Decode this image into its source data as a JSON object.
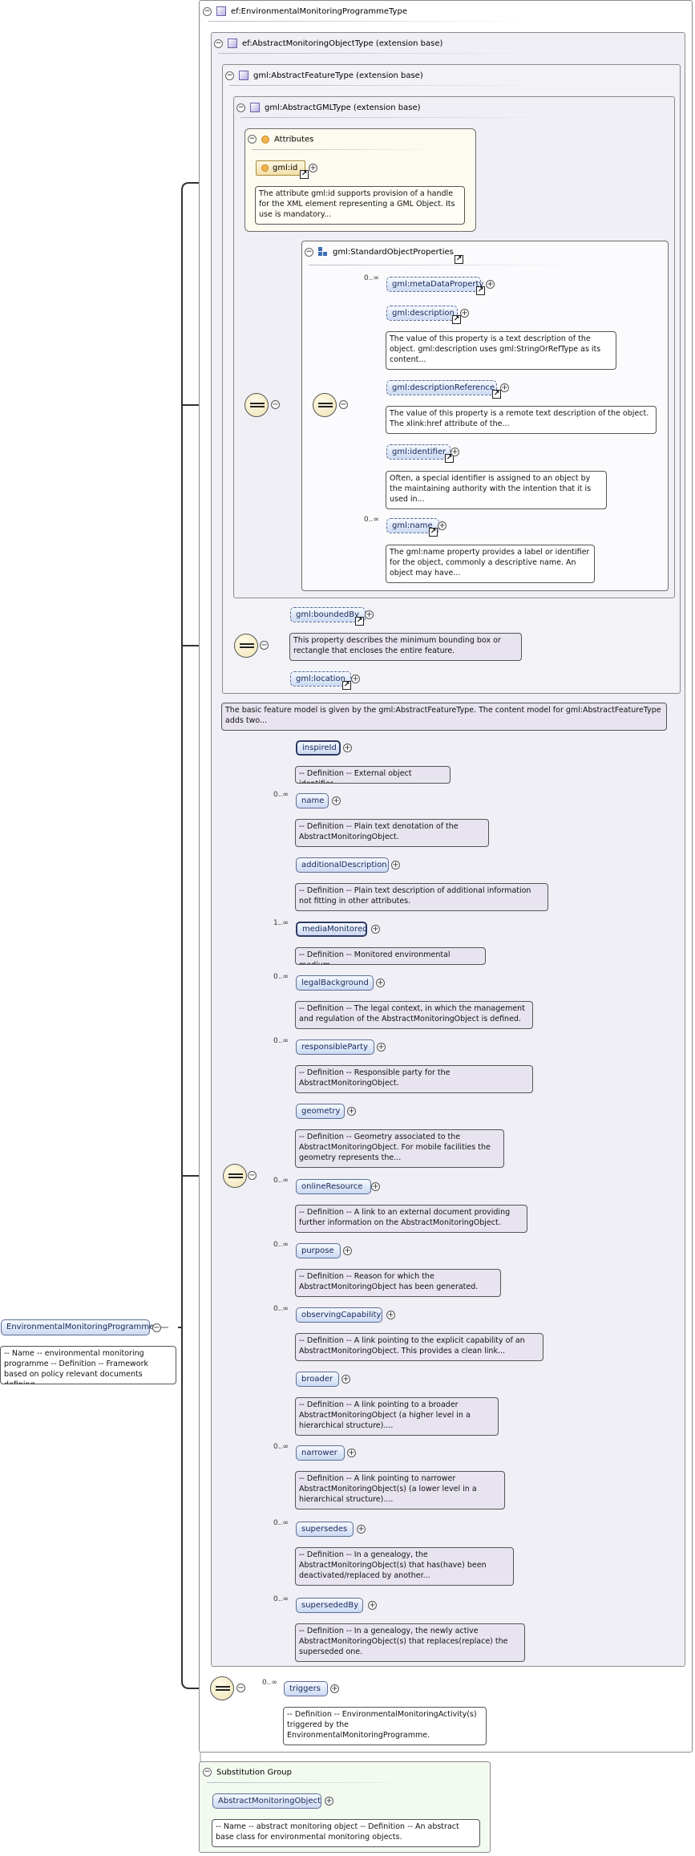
{
  "panels": {
    "main_title": "ef:EnvironmentalMonitoringProgrammeType",
    "abstract_monitoring_title": "ef:AbstractMonitoringObjectType (extension base)",
    "abstract_feature_title": "gml:AbstractFeatureType (extension base)",
    "abstract_gml_title": "gml:AbstractGMLType (extension base)",
    "attributes_title": "Attributes",
    "std_props_title": "gml:StandardObjectProperties",
    "substitution_title": "Substitution Group"
  },
  "root": {
    "label": "EnvironmentalMonitoringProgramme",
    "doc": "-- Name -- environmental monitoring programme -- Definition -- Framework based on policy relevant documents defining..."
  },
  "attributes": {
    "gml_id": "gml:id",
    "gml_id_doc": "The attribute gml:id supports provision of a handle for the XML element representing a GML Object. Its use is mandatory..."
  },
  "std_props": [
    {
      "label": "gml:metaDataProperty",
      "mult": "0..∞",
      "doc": ""
    },
    {
      "label": "gml:description",
      "mult": "",
      "doc": "The value of this property is a text description of the object. gml:description uses gml:StringOrRefType as its content..."
    },
    {
      "label": "gml:descriptionReference",
      "mult": "",
      "doc": "The value of this property is a remote text description of the object. The xlink:href attribute of the..."
    },
    {
      "label": "gml:identifier",
      "mult": "",
      "doc": "Often, a special identifier is assigned to an object by the maintaining authority with the intention that it is used in..."
    },
    {
      "label": "gml:name",
      "mult": "0..∞",
      "doc": "The gml:name property provides a label or identifier for the object, commonly a descriptive name. An object may have..."
    }
  ],
  "feature_props": [
    {
      "label": "gml:boundedBy",
      "doc": "This property describes the minimum bounding box or rectangle that encloses the entire feature."
    },
    {
      "label": "gml:location",
      "doc": ""
    }
  ],
  "feature_doc": "The basic feature model is given by the gml:AbstractFeatureType. The content model for gml:AbstractFeatureType adds two...",
  "monitoring_props": [
    {
      "label": "inspireId",
      "mult": "",
      "doc": "-- Definition -- External object identifier."
    },
    {
      "label": "name",
      "mult": "0..∞",
      "doc": "-- Definition -- Plain text denotation of the AbstractMonitoringObject."
    },
    {
      "label": "additionalDescription",
      "mult": "",
      "doc": "-- Definition -- Plain text description of additional information not fitting in other attributes."
    },
    {
      "label": "mediaMonitored",
      "mult": "1..∞",
      "doc": "-- Definition -- Monitored environmental medium."
    },
    {
      "label": "legalBackground",
      "mult": "0..∞",
      "doc": "-- Definition -- The legal context, in which the management and regulation of the AbstractMonitoringObject is defined."
    },
    {
      "label": "responsibleParty",
      "mult": "0..∞",
      "doc": "-- Definition -- Responsible party for the AbstractMonitoringObject."
    },
    {
      "label": "geometry",
      "mult": "",
      "doc": "-- Definition -- Geometry associated to the AbstractMonitoringObject. For mobile facilities the geometry represents the..."
    },
    {
      "label": "onlineResource",
      "mult": "0..∞",
      "doc": "-- Definition -- A link to an external document providing further information on the AbstractMonitoringObject."
    },
    {
      "label": "purpose",
      "mult": "0..∞",
      "doc": "-- Definition -- Reason for which the AbstractMonitoringObject has been generated."
    },
    {
      "label": "observingCapability",
      "mult": "0..∞",
      "doc": "-- Definition -- A link pointing to the explicit capability of an AbstractMonitoringObject. This provides a clean link..."
    },
    {
      "label": "broader",
      "mult": "",
      "doc": "-- Definition -- A link pointing to a broader AbstractMonitoringObject (a higher level in a hierarchical structure)...."
    },
    {
      "label": "narrower",
      "mult": "0..∞",
      "doc": "-- Definition -- A link pointing to narrower AbstractMonitoringObject(s) (a lower level in a hierarchical structure)...."
    },
    {
      "label": "supersedes",
      "mult": "0..∞",
      "doc": "-- Definition -- In a genealogy, the AbstractMonitoringObject(s) that has(have) been deactivated/replaced by another..."
    },
    {
      "label": "supersededBy",
      "mult": "0..∞",
      "doc": "-- Definition -- In a genealogy, the newly active AbstractMonitoringObject(s) that replaces(replace) the superseded one."
    }
  ],
  "triggers": {
    "label": "triggers",
    "mult": "0..∞",
    "doc": "-- Definition -- EnvironmentalMonitoringActivity(s) triggered by the EnvironmentalMonitoringProgramme."
  },
  "substitution": {
    "label": "AbstractMonitoringObject",
    "doc": "-- Name -- abstract monitoring object -- Definition -- An abstract base class for environmental monitoring objects."
  }
}
